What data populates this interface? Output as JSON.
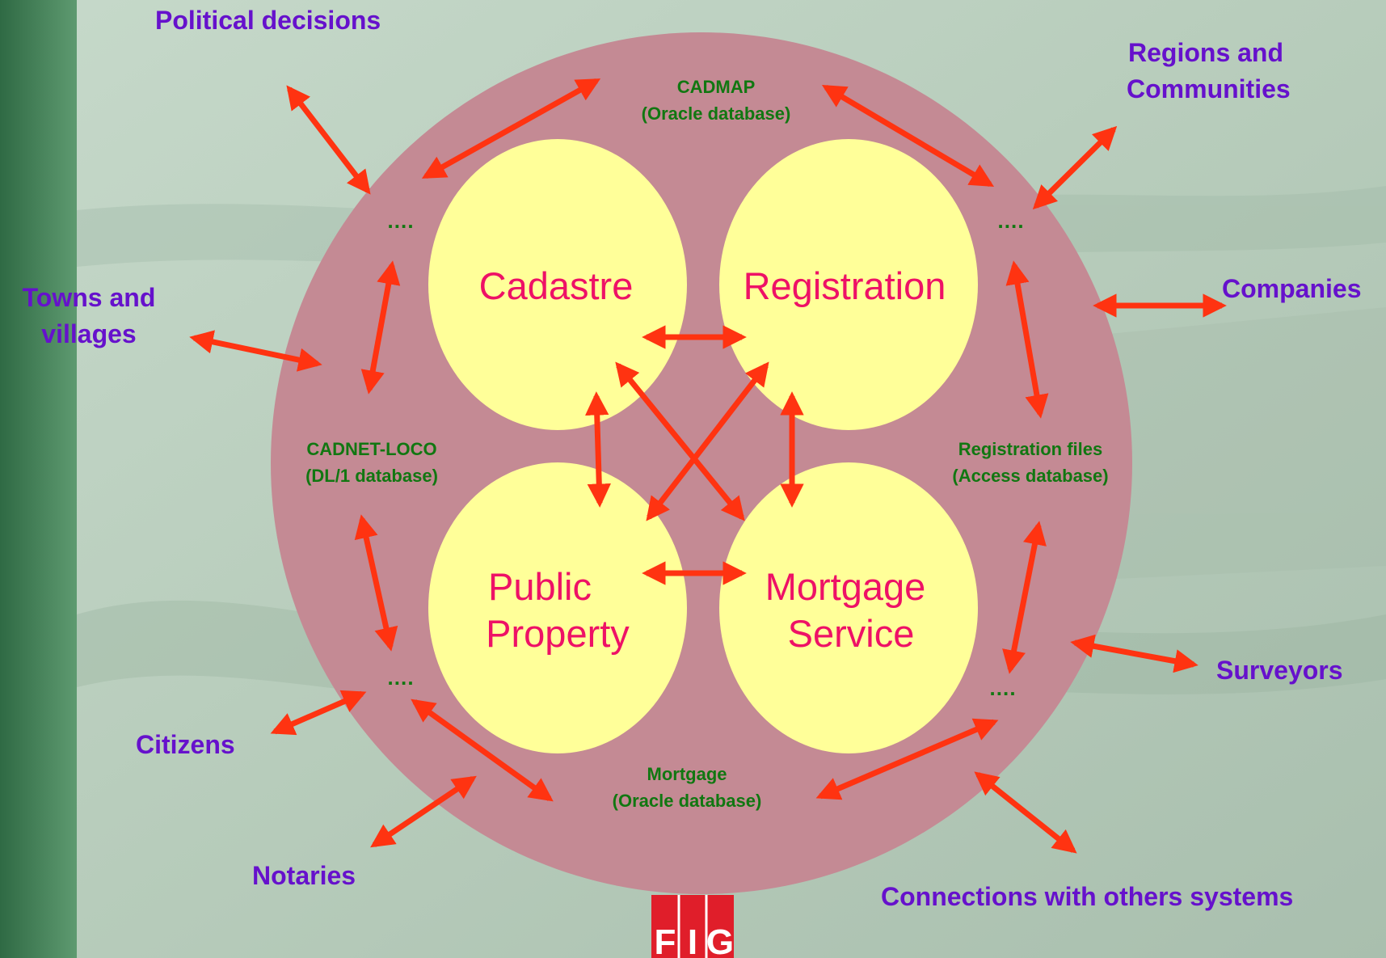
{
  "colors": {
    "background": "#bfd3c3",
    "side_strip": "#3f7a55",
    "big_circle": "#c48a94",
    "inner_circle": "#ffff99",
    "arrow": "#ff3311",
    "external_label": "#6611cc",
    "db_label": "#117711",
    "inner_label": "#ee1166",
    "logo_red": "#e01e2a"
  },
  "nodes": {
    "cadastre": "Cadastre",
    "registration": "Registration",
    "public_property": [
      "Public",
      "Property"
    ],
    "mortgage_service": [
      "Mortgage",
      "Service"
    ]
  },
  "databases": {
    "cadmap": [
      "CADMAP",
      "(Oracle database)"
    ],
    "cadnet": [
      "CADNET-LOCO",
      "(DL/1 database)"
    ],
    "registration_files": [
      "Registration files",
      "(Access database)"
    ],
    "mortgage": [
      "Mortgage",
      "(Oracle database)"
    ]
  },
  "ellipsis": "….",
  "external": {
    "political": "Political decisions",
    "regions": [
      "Regions and",
      "Communities"
    ],
    "towns": [
      "Towns and",
      "villages"
    ],
    "companies": "Companies",
    "citizens": "Citizens",
    "surveyors": "Surveyors",
    "notaries": "Notaries",
    "connections": "Connections with others systems"
  },
  "logo": {
    "letters": [
      "F",
      "I",
      "G"
    ],
    "icon": "fig-logo-icon"
  }
}
